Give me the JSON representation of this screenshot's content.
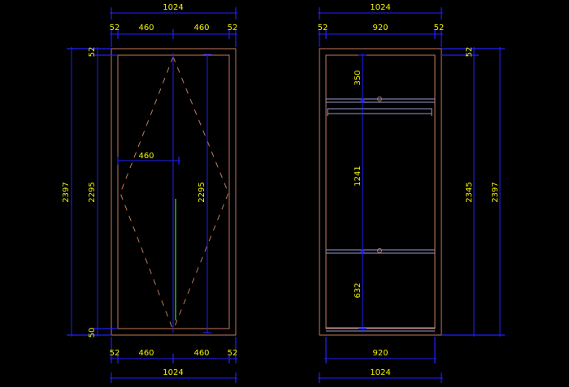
{
  "colors": {
    "background": "#000000",
    "dimension_line": "#2020ff",
    "dimension_text": "#f2f200",
    "cabinet_line": "#c07a5a",
    "handle": "#2fb52f"
  },
  "front_view": {
    "top_overall_width": "1024",
    "top_left_edge": "52",
    "top_left_door": "460",
    "top_right_door": "460",
    "top_right_edge": "52",
    "bottom_left_edge": "52",
    "bottom_left_door": "460",
    "bottom_right_door": "460",
    "bottom_right_edge": "52",
    "bottom_overall_width": "1024",
    "outer_height": "2397",
    "inner_height": "2295",
    "top_panel": "52",
    "bottom_panel": "50",
    "inner_door_width": "460",
    "door_height": "2295"
  },
  "side_view": {
    "top_overall_width": "1024",
    "top_left_edge": "52",
    "top_inner_width": "920",
    "top_right_edge": "52",
    "bottom_inner_width": "920",
    "bottom_overall_width": "1024",
    "top_shelf_gap": "350",
    "middle_gap": "1241",
    "lower_gap": "632",
    "top_panel": "52",
    "inner_height": "2345",
    "outer_height": "2397"
  }
}
